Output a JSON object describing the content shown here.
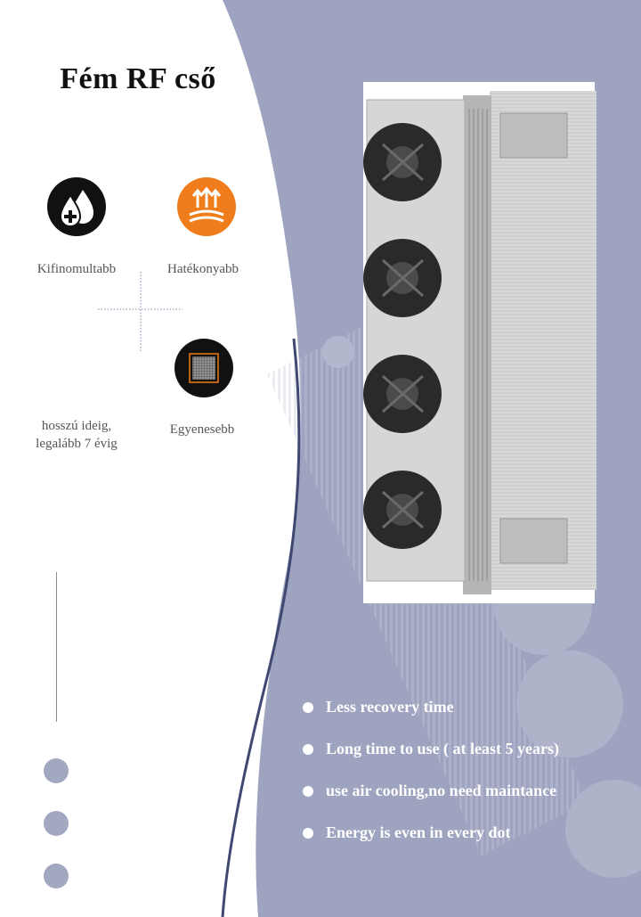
{
  "title": "Fém RF cső",
  "features": [
    {
      "label": "Kifinomultabb",
      "icon": "water-drop-plus-icon"
    },
    {
      "label": "Hatékonyabb",
      "icon": "heat-arrows-icon"
    },
    {
      "label": "hosszú ideig,\nlegalább 7 évig",
      "icon": ""
    },
    {
      "label": "Egyenesebb",
      "icon": "grid-square-icon"
    }
  ],
  "bullets": [
    "Less recovery time",
    "Long time to use ( at least 5  years)",
    "use air cooling,no need maintance",
    "Energy is even in every dot"
  ],
  "colors": {
    "panel": "#9ea3bf",
    "accent_orange": "#ef7d1c",
    "dark": "#111111",
    "curve_line": "#3e4870",
    "dot": "#a3a8c1"
  }
}
